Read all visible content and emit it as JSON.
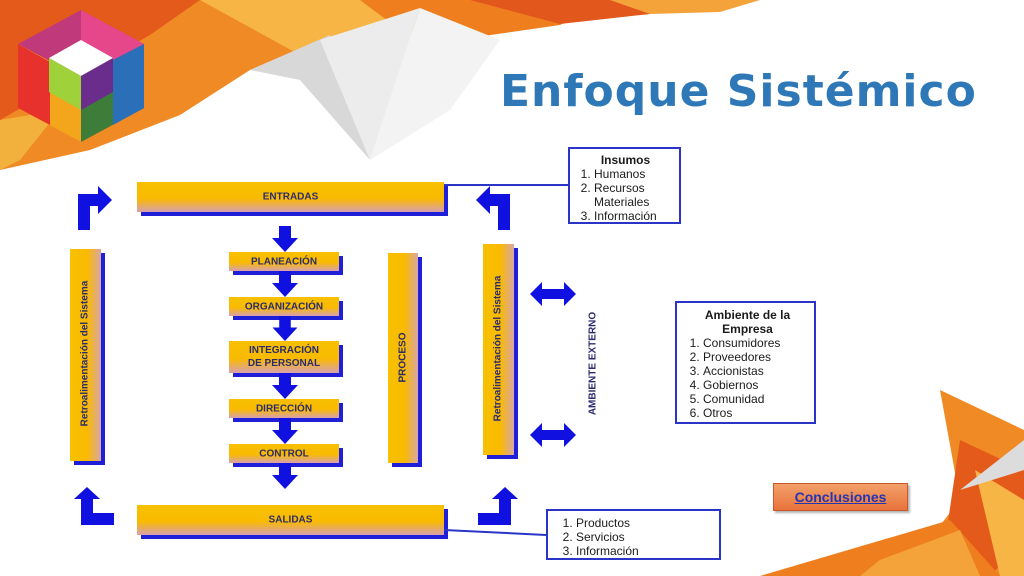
{
  "title": "Enfoque Sistémico",
  "colors": {
    "title": "#2e78b7",
    "bar_fill": "#f9ba00",
    "bar_shadow": "#1f1fd8",
    "arrow": "#1010e0",
    "box_border": "#2a35c8",
    "button": "#e8733a"
  },
  "diagram": {
    "entradas": "ENTRADAS",
    "salidas": "SALIDAS",
    "proceso": "PROCESO",
    "retroalimentacion_left": "Retroalimentación del Sistema",
    "retroalimentacion_right": "Retroalimentación del Sistema",
    "ambiente_externo": "AMBIENTE EXTERNO",
    "steps": [
      "PLANEACIÓN",
      "ORGANIZACIÓN",
      "INTEGRACIÓN DE PERSONAL",
      "DIRECCIÓN",
      "CONTROL"
    ]
  },
  "insumos": {
    "title": "Insumos",
    "items": [
      "Humanos",
      "Recursos Materiales",
      "Información"
    ]
  },
  "ambiente": {
    "title": "Ambiente de la Empresa",
    "items": [
      "Consumidores",
      "Proveedores",
      "Accionistas",
      "Gobiernos",
      "Comunidad",
      "Otros"
    ]
  },
  "salidas_box": {
    "items": [
      "Productos",
      "Servicios",
      "Información"
    ]
  },
  "conclusiones_label": "Conclusiones",
  "icons": {
    "logo": "cube-logo-icon",
    "arrow": "arrow-icon"
  }
}
